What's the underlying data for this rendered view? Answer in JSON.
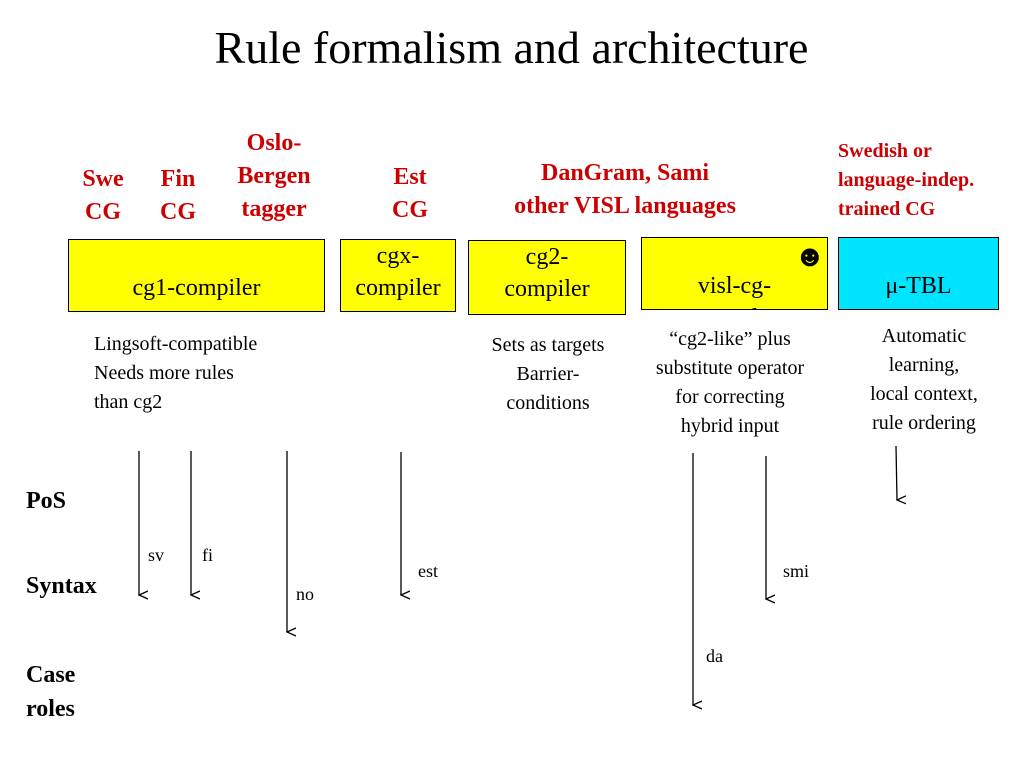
{
  "title": "Rule formalism and architecture",
  "projects": {
    "swe": "Swe\nCG",
    "fin": "Fin\nCG",
    "oslo": "Oslo-\nBergen\ntagger",
    "est": "Est\nCG",
    "dangram": "DanGram, Sami\nother VISL languages",
    "swedish": "Swedish or\nlanguage-indep.\ntrained CG"
  },
  "compilers": {
    "cg1": "cg1-compiler",
    "cgx": "cgx-\ncompiler",
    "cg2": "cg2-\ncompiler",
    "visl": "visl-cg-\ncompiler",
    "visl_smiley": "☻",
    "tbl": "μ-TBL"
  },
  "colors": {
    "project_label": "#cc0000",
    "compiler_box": "#ffff00",
    "tbl_box": "#00e5ff"
  },
  "descriptions": {
    "cg1": "Lingsoft-compatible\nNeeds more rules\nthan cg2",
    "cg2": "Sets as targets\nBarrier-\nconditions",
    "visl": "“cg2-like” plus\nsubstitute operator\nfor correcting\nhybrid input",
    "tbl": "Automatic\nlearning,\nlocal context,\nrule ordering"
  },
  "levels": {
    "pos": "PoS",
    "syntax": "Syntax",
    "case": "Case\nroles"
  },
  "arrow_labels": {
    "sv": "sv",
    "fi": "fi",
    "no": "no",
    "est": "est",
    "da": "da",
    "smi": "smi"
  }
}
